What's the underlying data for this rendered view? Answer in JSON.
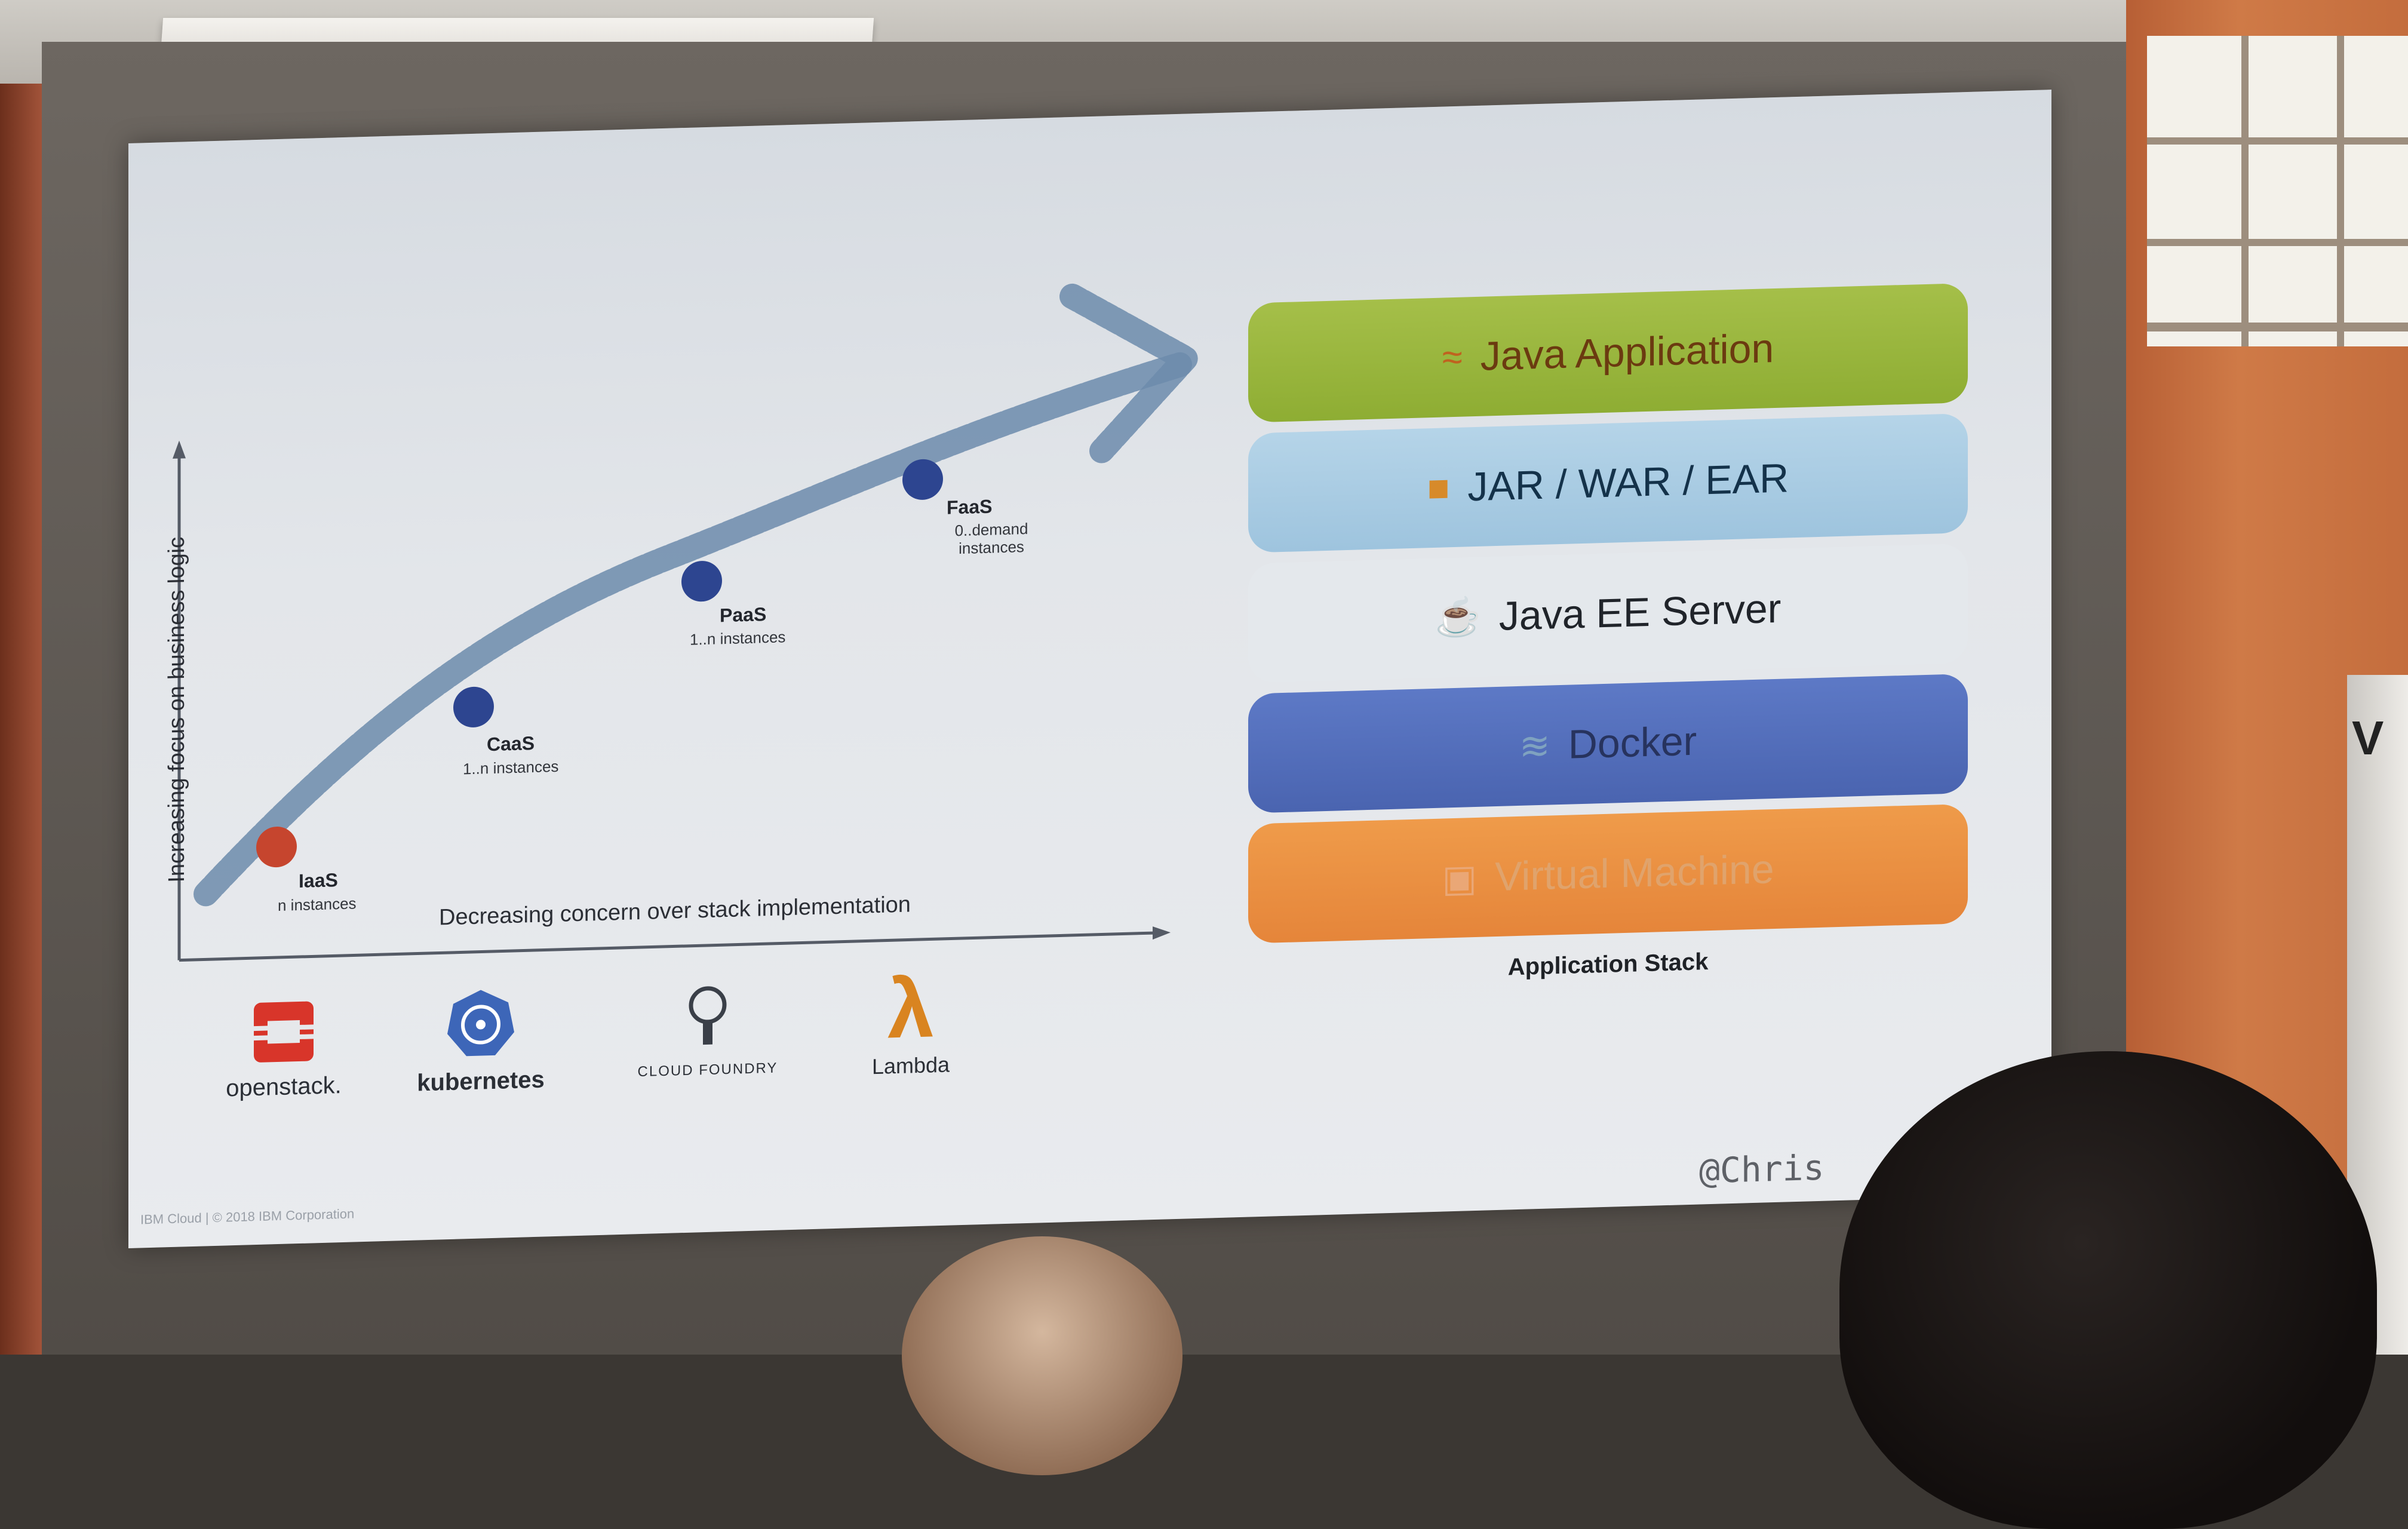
{
  "chart": {
    "y_axis_label": "Increasing focus on business logic",
    "x_axis_label": "Decreasing concern over stack implementation",
    "stages": [
      {
        "name": "IaaS",
        "sub": "n instances",
        "color": "#c6452e"
      },
      {
        "name": "CaaS",
        "sub": "1..n instances",
        "color": "#2d4590"
      },
      {
        "name": "PaaS",
        "sub": "1..n instances",
        "color": "#2d4590"
      },
      {
        "name": "FaaS",
        "sub": "0..demand instances",
        "color": "#2d4590"
      }
    ]
  },
  "stack": {
    "layers": [
      {
        "label": "Java Application",
        "icon": "java-flame-icon"
      },
      {
        "label": "JAR / WAR / EAR",
        "icon": "package-icon"
      },
      {
        "label": "Java EE  Server",
        "icon": "java-cup-icon"
      },
      {
        "label": "Docker",
        "icon": "docker-whale-icon"
      },
      {
        "label": "Virtual Machine",
        "icon": "vm-icon"
      }
    ],
    "caption": "Application Stack"
  },
  "logos": [
    {
      "label": "openstack.",
      "icon": "openstack-icon"
    },
    {
      "label": "kubernetes",
      "icon": "kubernetes-wheel-icon"
    },
    {
      "label": "CLOUD FOUNDRY",
      "icon": "cloudfoundry-bulb-icon"
    },
    {
      "label": "Lambda",
      "icon": "lambda-icon"
    }
  ],
  "footer": "IBM Cloud | © 2018 IBM Corporation",
  "author": "@Chris"
}
